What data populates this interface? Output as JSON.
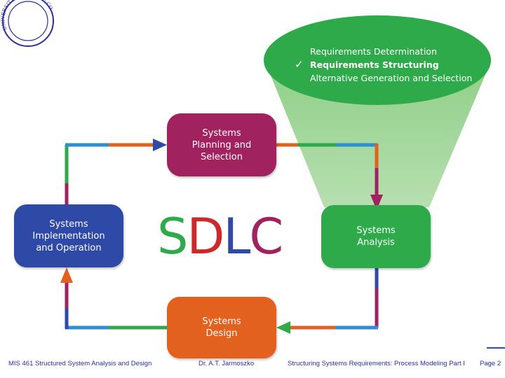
{
  "seal": {
    "text": "UNIVERSITY · CENTRAL · CONNECTICUT · STATE"
  },
  "funnel": {
    "items": [
      {
        "label": "Requirements Determination",
        "current": false
      },
      {
        "label": "Requirements Structuring",
        "current": true
      },
      {
        "label": "Alternative Generation and Selection",
        "current": false
      }
    ],
    "check_mark": "✓"
  },
  "phases": {
    "planning": "Systems\nPlanning and\nSelection",
    "analysis": "Systems\nAnalysis",
    "design": "Systems\nDesign",
    "implementation": "Systems\nImplementation\nand Operation"
  },
  "sdlc": {
    "letters": [
      {
        "char": "S",
        "color": "#2eaa4a"
      },
      {
        "char": "D",
        "color": "#cc2a2a"
      },
      {
        "char": "L",
        "color": "#2f4aa6"
      },
      {
        "char": "C",
        "color": "#a0225f"
      }
    ]
  },
  "colors": {
    "green": "#2eaa4a",
    "maroon": "#a0225f",
    "orange": "#e2611f",
    "blue": "#2f4aa6",
    "light_blue": "#2c8fd6",
    "funnel_top": "#2eaa4a",
    "funnel_body": "#9fd49a"
  },
  "footer": {
    "course": "MIS 461 Structured System Analysis and Design",
    "author": "Dr. A.T. Jarmoszko",
    "title": "Structuring Systems Requirements: Process Modeling Part I",
    "page": "Page 2"
  }
}
